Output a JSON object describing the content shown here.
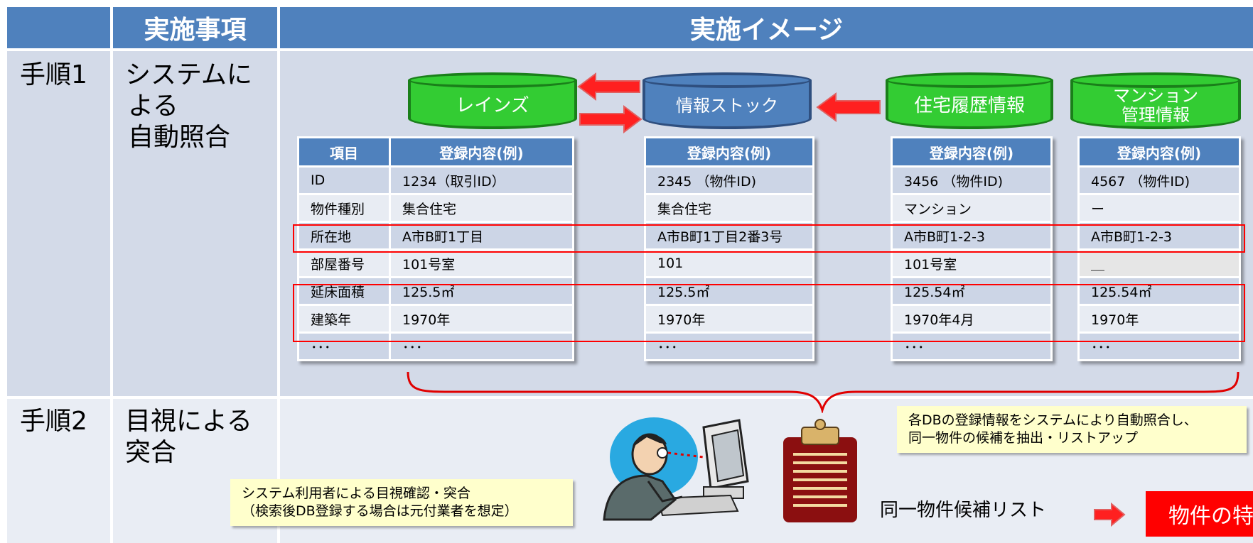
{
  "header": {
    "col_step": "実施事項",
    "col_image": "実施イメージ"
  },
  "steps": [
    {
      "no": "手順1",
      "title_lines": [
        "システムに",
        "よる",
        "自動照合"
      ]
    },
    {
      "no": "手順2",
      "title_lines": [
        "目視による",
        "突合"
      ]
    }
  ],
  "databases": {
    "reins": "レインズ",
    "stock": "情報ストック",
    "housing": "住宅履歴情報",
    "mansion_line1": "マンション",
    "mansion_line2": "管理情報"
  },
  "table_main": {
    "headers": [
      "項目",
      "登録内容(例)"
    ],
    "rows": [
      [
        "ID",
        "1234（取引ID）"
      ],
      [
        "物件種別",
        "集合住宅"
      ],
      [
        "所在地",
        "A市B町1丁目"
      ],
      [
        "部屋番号",
        "101号室"
      ],
      [
        "延床面積",
        "125.5㎡"
      ],
      [
        "建築年",
        "1970年"
      ],
      [
        "･･･",
        "･･･"
      ]
    ]
  },
  "table_stock": {
    "header": "登録内容(例)",
    "rows": [
      "2345 （物件ID)",
      "集合住宅",
      "A市B町1丁目2番3号",
      "101",
      "125.5㎡",
      "1970年",
      "･･･"
    ]
  },
  "table_housing": {
    "header": "登録内容(例)",
    "rows": [
      "3456 （物件ID)",
      "マンション",
      "A市B町1-2-3",
      "101号室",
      "125.54㎡",
      "1970年4月",
      "･･･"
    ]
  },
  "table_mansion": {
    "header": "登録内容(例)",
    "rows": [
      "4567 （物件ID)",
      "ー",
      "A市B町1-2-3",
      "＿",
      "125.54㎡",
      "1970年",
      "･･･"
    ]
  },
  "notes": {
    "auto_match_line1": "各DBの登録情報をシステムにより自動照合し、",
    "auto_match_line2": "同一物件の候補を抽出・リストアップ",
    "visual_line1": "システム利用者による目視確認・突合",
    "visual_line2": "（検索後DB登録する場合は元付業者を想定）"
  },
  "candidate_list_label": "同一物件候補リスト",
  "result_label": "物件の特",
  "colors": {
    "header_blue": "#4f81bd",
    "db_green": "#33cc33",
    "highlight_red": "#ff0000",
    "note_yellow": "#ffffcc"
  }
}
